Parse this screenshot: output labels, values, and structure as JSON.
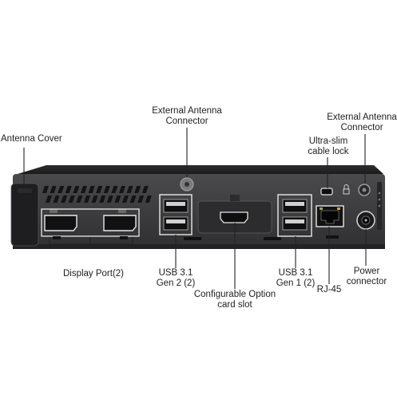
{
  "labels": {
    "antenna_cover": "Antenna Cover",
    "ext_antenna_left": [
      "External Antenna",
      "Connector"
    ],
    "ext_antenna_right": [
      "External Antenna",
      "Connector"
    ],
    "cable_lock": [
      "Ultra-slim",
      "cable lock"
    ],
    "display_port": "Display Port(2)",
    "usb_gen2": [
      "USB 3.1",
      "Gen 2 (2)"
    ],
    "option_slot": [
      "Configurable Option",
      "card slot"
    ],
    "usb_gen1": [
      "USB 3.1",
      "Gen 1 (2)"
    ],
    "rj45": "RJ-45",
    "power": [
      "Power",
      "connector"
    ]
  },
  "colors": {
    "chassis": "#3b3b3d",
    "chassis_dark": "#1f1f21",
    "port_outline": "#e8e8e8",
    "line": "#222222"
  },
  "icons": {
    "lock_symbol": "lock-icon",
    "network_symbol": "network-icon",
    "dp_symbol": "displayport-icon"
  }
}
